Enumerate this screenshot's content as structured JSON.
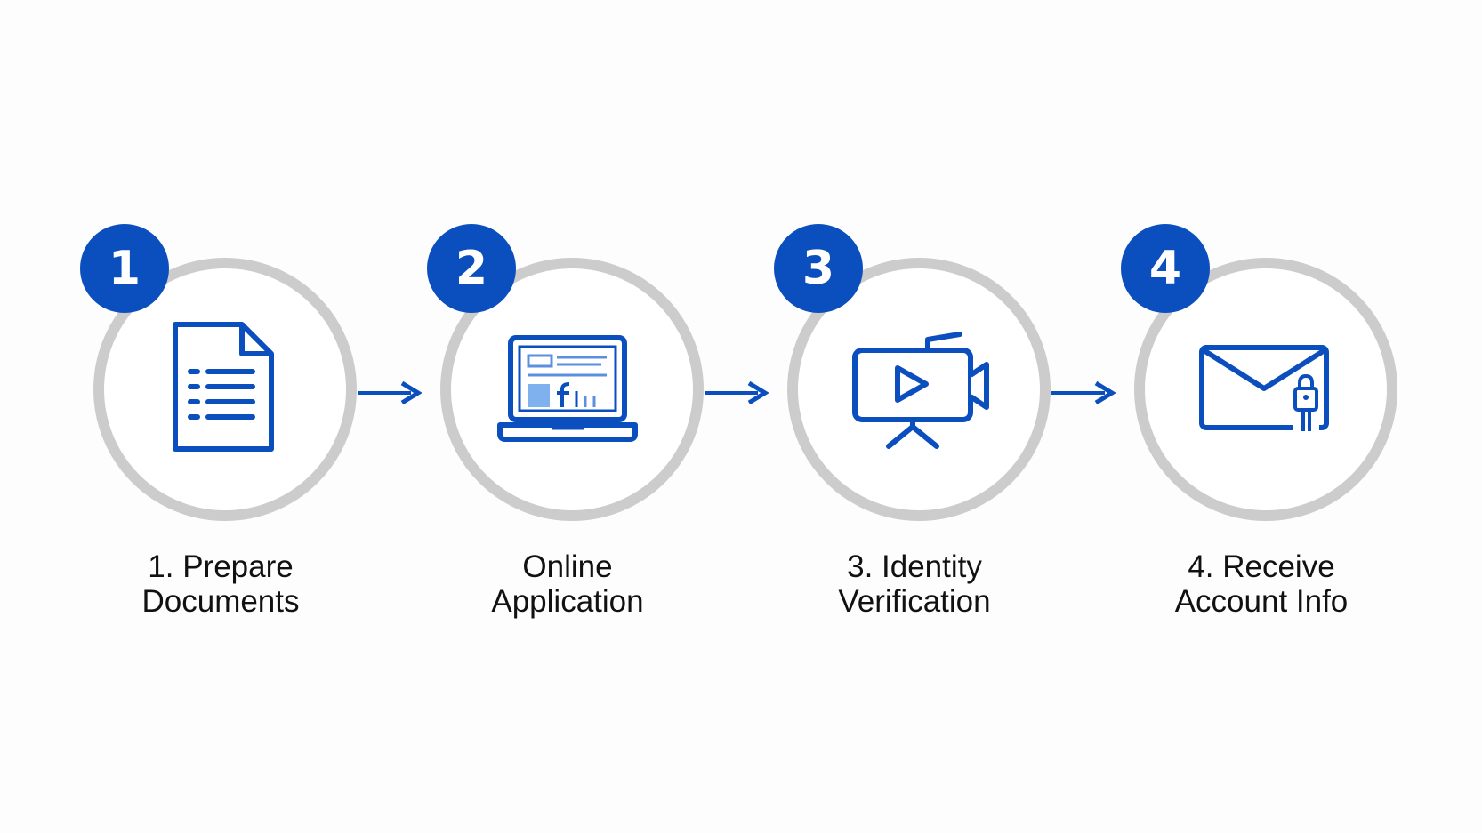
{
  "accent_color": "#0b4fbf",
  "ring_color": "#cccccc",
  "steps": [
    {
      "number": "1",
      "label_line1": "1. Prepare",
      "label_line2": "Documents",
      "icon": "document-icon"
    },
    {
      "number": "2",
      "label_line1": "Online",
      "label_line2": "Application",
      "icon": "laptop-icon"
    },
    {
      "number": "3",
      "label_line1": "3. Identity",
      "label_line2": "Verification",
      "icon": "video-camera-icon"
    },
    {
      "number": "4",
      "label_line1": "4. Receive",
      "label_line2": "Account Info",
      "icon": "envelope-lock-icon"
    }
  ]
}
